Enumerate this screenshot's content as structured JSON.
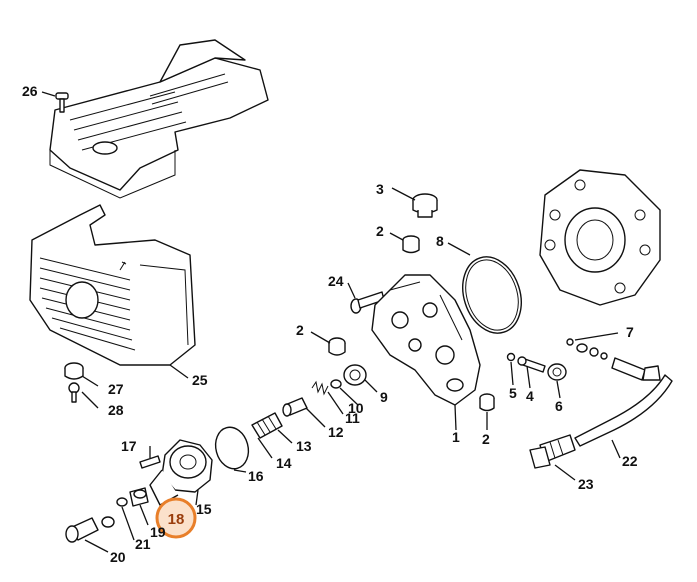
{
  "highlight": {
    "label": "18",
    "ring_color": "#e87f2a",
    "fill_color": "#f7c9a0"
  },
  "callouts": {
    "c1": "1",
    "c2a": "2",
    "c2b": "2",
    "c2c": "2",
    "c3": "3",
    "c4": "4",
    "c5": "5",
    "c6": "6",
    "c7": "7",
    "c8": "8",
    "c9": "9",
    "c10": "10",
    "c11": "11",
    "c12": "12",
    "c13": "13",
    "c14": "14",
    "c15": "15",
    "c16": "16",
    "c17": "17",
    "c19": "19",
    "c20": "20",
    "c21": "21",
    "c22": "22",
    "c23": "23",
    "c24": "24",
    "c25": "25",
    "c26": "26",
    "c27": "27",
    "c28": "28"
  }
}
